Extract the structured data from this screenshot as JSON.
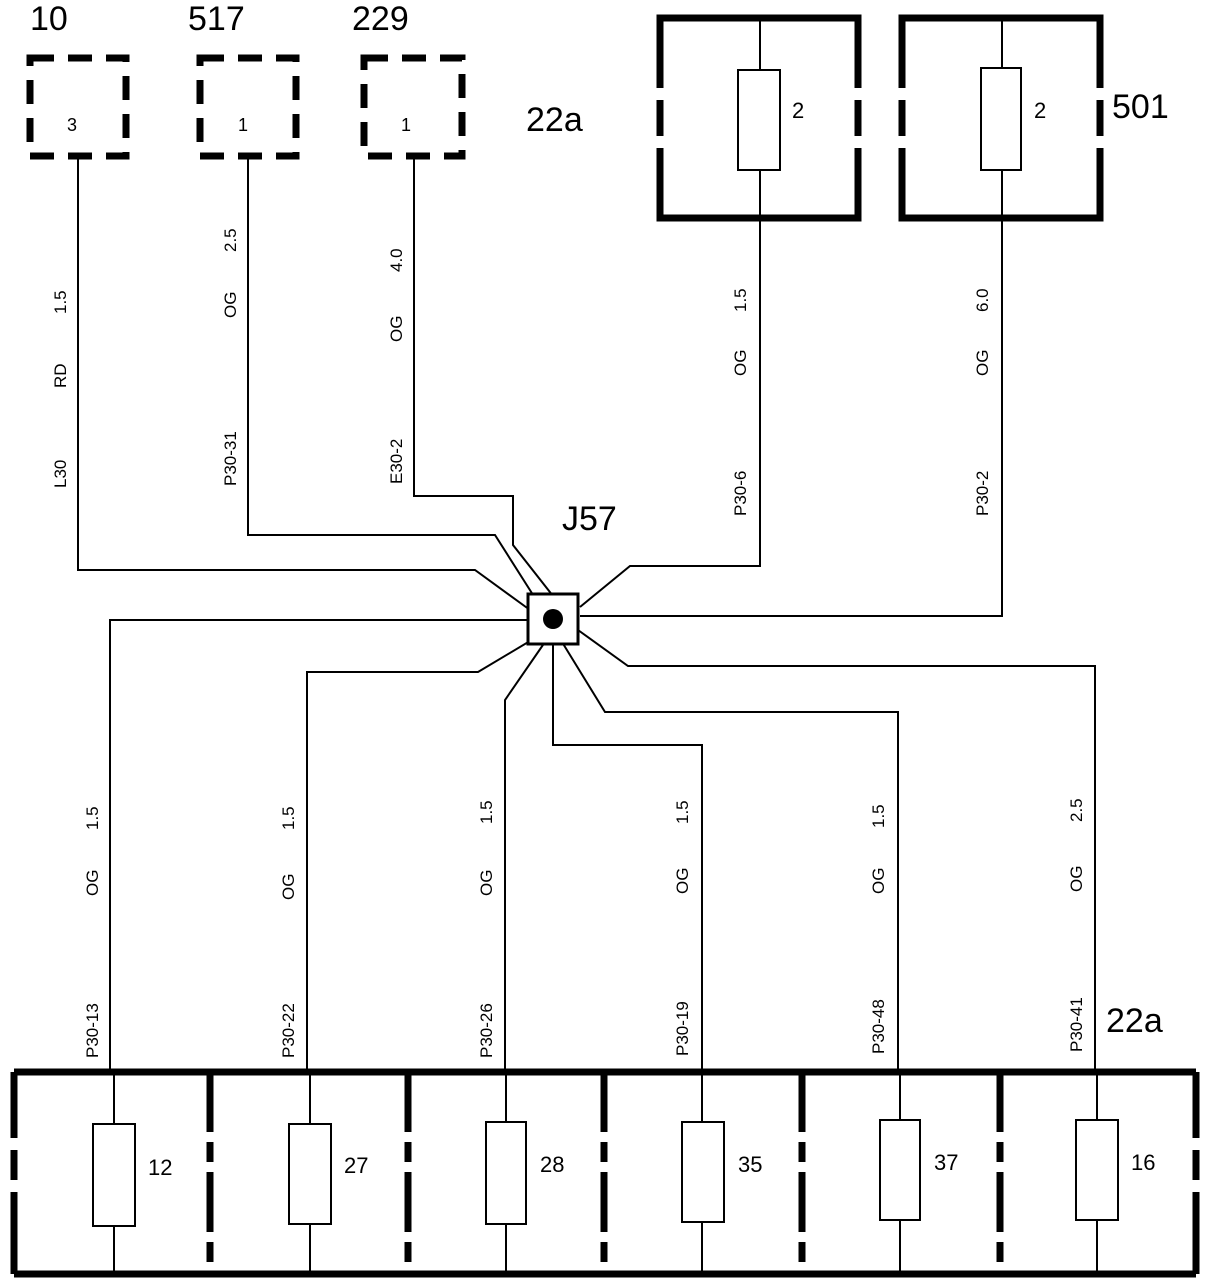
{
  "connectors": [
    {
      "id": "10",
      "pin": "3"
    },
    {
      "id": "517",
      "pin": "1"
    },
    {
      "id": "229",
      "pin": "1"
    }
  ],
  "fuse_box_label_top": "22a",
  "fuse_box_label_bottom": "22a",
  "upper_fuses": [
    {
      "number": "2",
      "box_label": ""
    },
    {
      "number": "2",
      "box_label": "501"
    }
  ],
  "splice": {
    "label": "J57"
  },
  "upper_wires": [
    {
      "circuit": "L30",
      "color": "RD",
      "size": "1.5"
    },
    {
      "circuit": "P30-31",
      "color": "OG",
      "size": "2.5"
    },
    {
      "circuit": "E30-2",
      "color": "OG",
      "size": "4.0"
    },
    {
      "circuit": "P30-6",
      "color": "OG",
      "size": "1.5"
    },
    {
      "circuit": "P30-2",
      "color": "OG",
      "size": "6.0"
    }
  ],
  "lower_wires": [
    {
      "circuit": "P30-13",
      "color": "OG",
      "size": "1.5",
      "fuse": "12"
    },
    {
      "circuit": "P30-22",
      "color": "OG",
      "size": "1.5",
      "fuse": "27"
    },
    {
      "circuit": "P30-26",
      "color": "OG",
      "size": "1.5",
      "fuse": "28"
    },
    {
      "circuit": "P30-19",
      "color": "OG",
      "size": "1.5",
      "fuse": "35"
    },
    {
      "circuit": "P30-48",
      "color": "OG",
      "size": "1.5",
      "fuse": "37"
    },
    {
      "circuit": "P30-41",
      "color": "OG",
      "size": "2.5",
      "fuse": "16"
    }
  ]
}
